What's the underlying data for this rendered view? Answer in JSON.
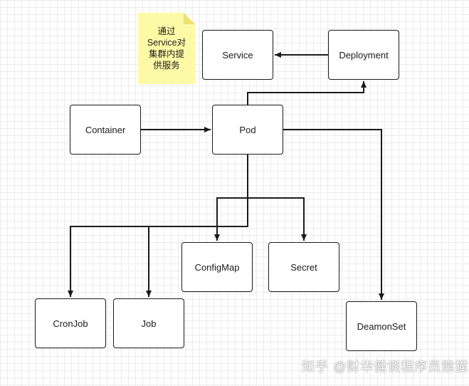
{
  "note": {
    "text": "通过\nService对\n集群内提\n供服务"
  },
  "nodes": {
    "service": "Service",
    "deployment": "Deployment",
    "container": "Container",
    "pod": "Pod",
    "configmap": "ConfigMap",
    "secret": "Secret",
    "cronjob": "CronJob",
    "job": "Job",
    "deamonset": "DeamonSet"
  },
  "watermark": "知乎 @财华健谈程序员熊猫",
  "colors": {
    "stroke": "#1a1a1a",
    "note": "#fdfaa6",
    "grid": "#ececec"
  }
}
